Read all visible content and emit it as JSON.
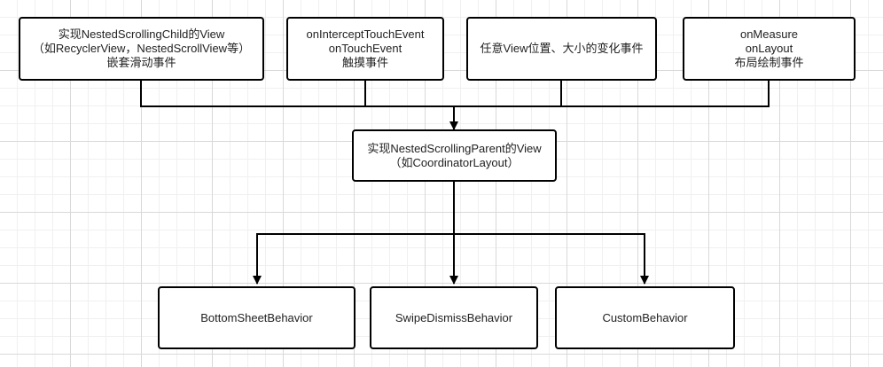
{
  "diagram": {
    "sources": [
      {
        "lines": [
          "实现NestedScrollingChild的View",
          "（如RecyclerView，NestedScrollView等）",
          "嵌套滑动事件"
        ]
      },
      {
        "lines": [
          "onInterceptTouchEvent",
          "onTouchEvent",
          "触摸事件"
        ]
      },
      {
        "lines": [
          "任意View位置、大小的变化事件"
        ]
      },
      {
        "lines": [
          "onMeasure",
          "onLayout",
          "布局绘制事件"
        ]
      }
    ],
    "parent": {
      "lines": [
        "实现NestedScrollingParent的View",
        "（如CoordinatorLayout）"
      ]
    },
    "behaviors": [
      {
        "label": "BottomSheetBehavior"
      },
      {
        "label": "SwipeDismissBehavior"
      },
      {
        "label": "CustomBehavior"
      }
    ],
    "colors": {
      "stroke": "#000000",
      "box_fill": "#ffffff",
      "grid_major": "#d9d9d9",
      "grid_minor": "#f0f0f0"
    }
  }
}
